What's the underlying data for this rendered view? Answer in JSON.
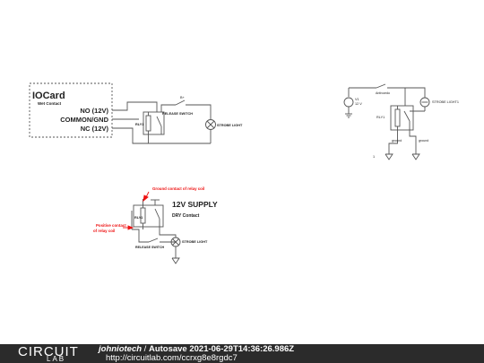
{
  "schematic_1": {
    "card_title": "IOCard",
    "card_subtitle": "Wet Contact",
    "pins": [
      "NO (12V)",
      "COMMON/GND",
      "NC (12V)"
    ],
    "relay_label": "RLY1",
    "switch_label": "RELEASE SWITCH",
    "switch_polarity": "B+",
    "light_label": "STROBE LIGHT"
  },
  "schematic_2": {
    "source_label": "V1",
    "source_value": "12 V",
    "switch_label": "Antivoedo",
    "relay_label": "RLY1",
    "light_label": "STROBE LIGHT1",
    "ground_left_label": "ground",
    "ground_right_label": "ground",
    "marker": "1"
  },
  "schematic_3": {
    "ground_annotation": "Ground contact of relay coil",
    "positive_annotation_line1": "Positive contact",
    "positive_annotation_line2": "of relay coil",
    "supply_label": "12V SUPPLY",
    "contact_label": "DRY Contact",
    "relay_label": "RLY1",
    "switch_label": "RELEASE SWITCH",
    "light_label": "STROBE LIGHT"
  },
  "footer": {
    "logo_top": "CIRCUIT",
    "logo_bottom": "LAB",
    "user": "johniotech",
    "separator": " / ",
    "title": "Autosave 2021-06-29T14:36:26.986Z",
    "url": "http://circuitlab.com/ccrxg8e8rgdc7"
  },
  "colors": {
    "wire": "#555555",
    "annotation": "#ee1111",
    "footer_bg": "#2b2b2b"
  }
}
